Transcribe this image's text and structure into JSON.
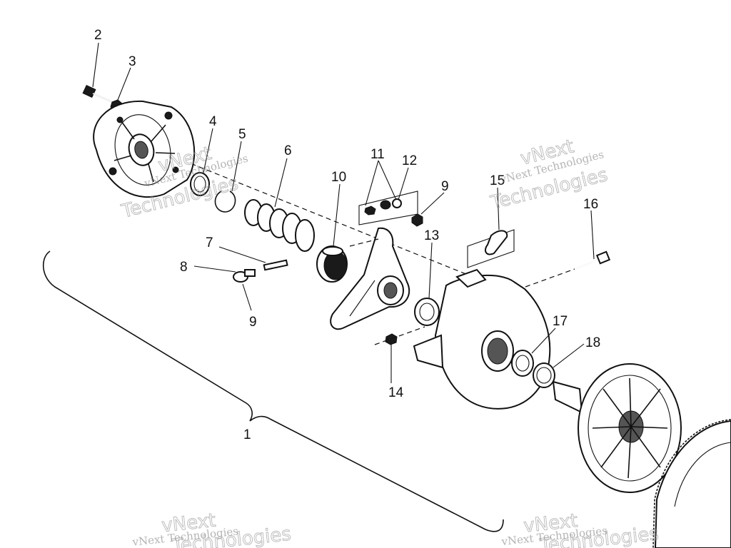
{
  "callouts": {
    "c1": "1",
    "c2": "2",
    "c3": "3",
    "c4": "4",
    "c5": "5",
    "c6": "6",
    "c7": "7",
    "c8": "8",
    "c9a": "9",
    "c9b": "9",
    "c10": "10",
    "c11": "11",
    "c12": "12",
    "c13": "13",
    "c14": "14",
    "c15": "15",
    "c16": "16",
    "c17": "17",
    "c18": "18"
  },
  "watermark": {
    "line1": "vNext Technologies",
    "line2": "vNext",
    "line3": "Technologies"
  }
}
